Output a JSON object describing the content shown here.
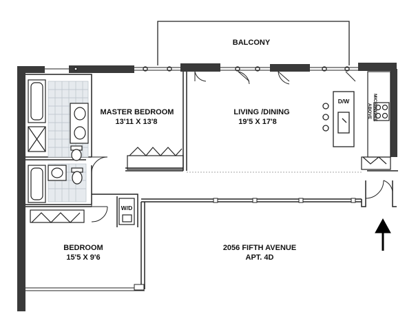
{
  "rooms": {
    "balcony": {
      "name": "BALCONY"
    },
    "master_bedroom": {
      "name": "MASTER BEDROOM",
      "dimensions": "13'11 X 13'8"
    },
    "living_dining": {
      "name": "LIVING /DINING",
      "dimensions": "19'5 X 17'8"
    },
    "bedroom": {
      "name": "BEDROOM",
      "dimensions": "15'5 X 9'6"
    },
    "laundry": {
      "name": "W/D"
    }
  },
  "kitchen": {
    "dishwasher": "D/W",
    "microwave_line1": "MICROWAVE",
    "microwave_line2": "ABOVE"
  },
  "address": {
    "line1": "2056 FIFTH AVENUE",
    "line2": "APT. 4D"
  },
  "icons": {
    "entry": "entry-arrow-icon"
  },
  "colors": {
    "wall": "#3a3a3a",
    "line": "#222222",
    "tile": "#cfd6dc",
    "background": "#ffffff"
  }
}
